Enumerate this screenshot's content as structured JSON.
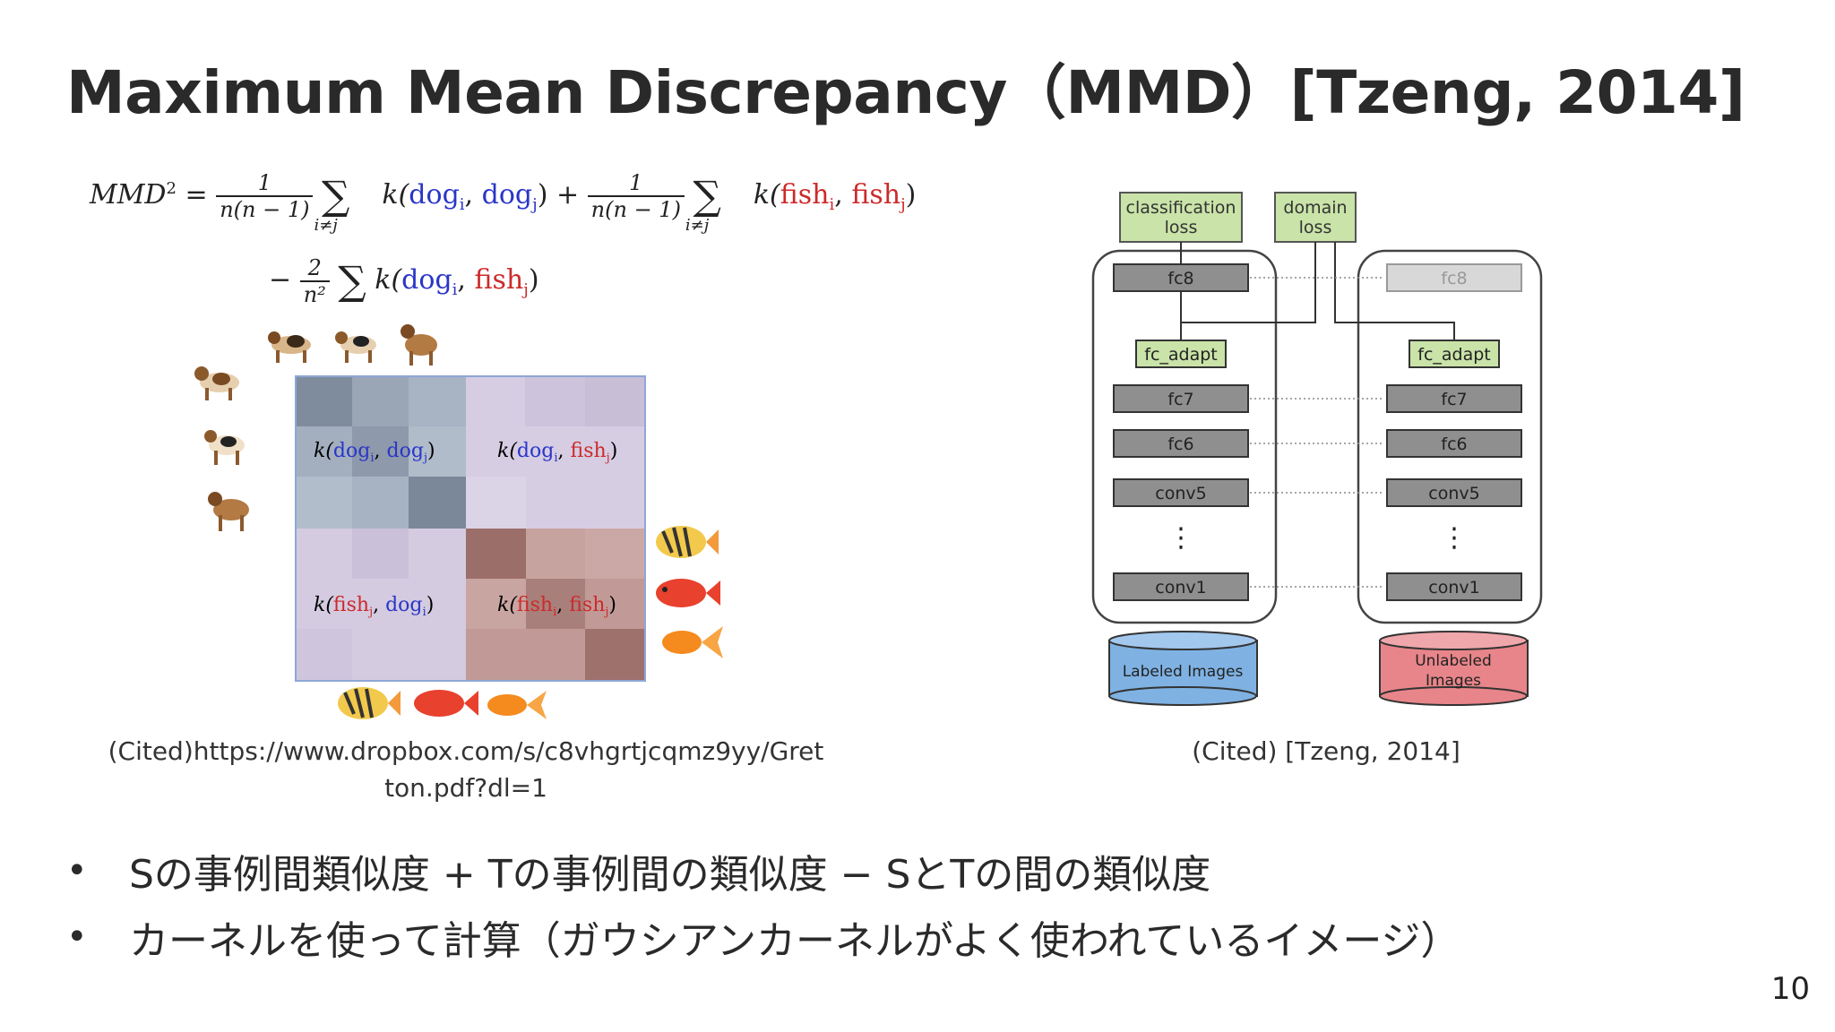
{
  "title": "Maximum Mean Discrepancy（MMD）[Tzeng, 2014]",
  "formula": {
    "lhs": "MMD",
    "lhs_sup": "2",
    "eq": "=",
    "frac1_num": "1",
    "frac1_den": "n(n − 1)",
    "sum_sub": "i≠j",
    "term1_k": "k(",
    "term1_a": "dog",
    "term1_a_sub": "i",
    "term1_b": "dog",
    "term1_b_sub": "j",
    "plus": "+",
    "frac2_num": "1",
    "frac2_den": "n(n − 1)",
    "term2_a": "fish",
    "term2_a_sub": "i",
    "term2_b": "fish",
    "term2_b_sub": "j",
    "minus": "−",
    "frac3_num": "2",
    "frac3_den": "n²",
    "term3_a": "dog",
    "term3_a_sub": "i",
    "term3_b": "fish",
    "term3_b_sub": "j"
  },
  "matrix": {
    "cell_dd": "k(dog",
    "cell_dd_sub1": "i",
    "cell_dd_mid": ", dog",
    "cell_dd_sub2": "j",
    "cell_df_a": "dog",
    "cell_df_b": "fish",
    "cell_fd_a": "fish",
    "cell_fd_b": "dog",
    "cell_ff_a": "fish",
    "cell_ff_b": "fish",
    "k_open": "k(",
    "close": ")",
    "comma": ", ",
    "sub_i": "i",
    "sub_j": "j"
  },
  "caption_left": "(Cited)https://www.dropbox.com/s/c8vhgrtjcqmz9yy/Gretton.pdf?dl=1",
  "caption_left_line1": "(Cited)https://www.dropbox.com/s/c8vhgrtjcqmz9yy/Gret",
  "caption_left_line2": "ton.pdf?dl=1",
  "caption_right": "(Cited) [Tzeng, 2014]",
  "network": {
    "classification_loss_1": "classification",
    "classification_loss_2": "loss",
    "domain_loss_1": "domain",
    "domain_loss_2": "loss",
    "fc8": "fc8",
    "fc_adapt": "fc_adapt",
    "fc7": "fc7",
    "fc6": "fc6",
    "conv5": "conv5",
    "vdots": "⋮",
    "conv1": "conv1",
    "labeled_images": "Labeled Images",
    "unlabeled_images_1": "Unlabeled",
    "unlabeled_images_2": "Images"
  },
  "bullets": [
    "Sの事例間類似度 + Tの事例間の類似度 − SとTの間の類似度",
    "カーネルを使って計算（ガウシアンカーネルがよく使われているイメージ）"
  ],
  "bullet_marker": "•",
  "page_number": "10",
  "colors": {
    "blue": "#2a36c8",
    "red": "#cc2a2a",
    "green_box": "#c9e3a8",
    "gray_box": "#8f8f8f",
    "labeled_db": "#7fb2e3",
    "unlabeled_db": "#e8858a"
  }
}
